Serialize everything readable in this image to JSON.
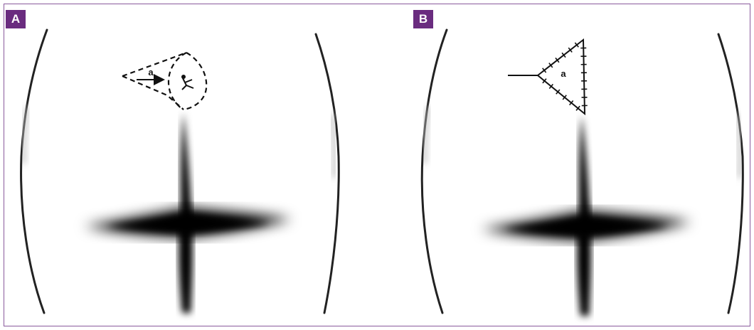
{
  "panels": [
    {
      "label": "A",
      "region_label": "a"
    },
    {
      "label": "B",
      "region_label": "a"
    }
  ],
  "colors": {
    "label_bg": "#6a2c7f",
    "border": "#8a5a9c",
    "ink": "#111111"
  }
}
